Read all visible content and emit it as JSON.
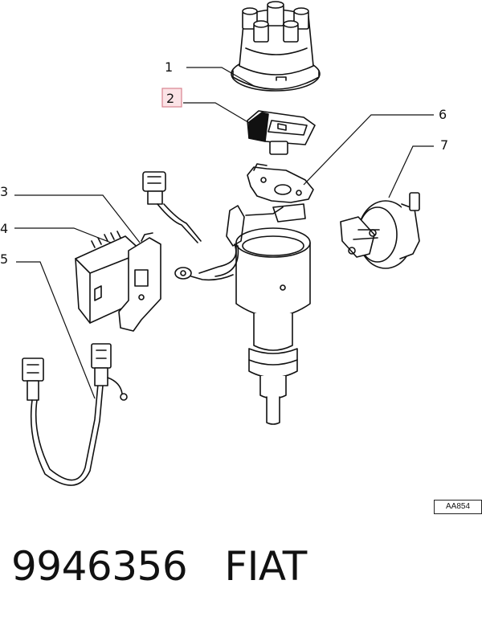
{
  "callouts": [
    {
      "id": "1",
      "label": "1",
      "highlighted": false
    },
    {
      "id": "2",
      "label": "2",
      "highlighted": true
    },
    {
      "id": "3",
      "label": "3",
      "highlighted": false
    },
    {
      "id": "4",
      "label": "4",
      "highlighted": false
    },
    {
      "id": "5",
      "label": "5",
      "highlighted": false
    },
    {
      "id": "6",
      "label": "6",
      "highlighted": false
    },
    {
      "id": "7",
      "label": "7",
      "highlighted": false
    }
  ],
  "drawing_ref": "AA854",
  "part_number": "9946356",
  "brand": "FIAT",
  "highlight_color": "#fbe3e6",
  "highlight_border": "#d9838f"
}
